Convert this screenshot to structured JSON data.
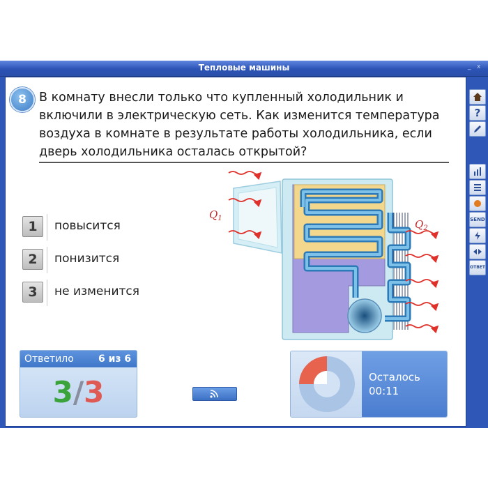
{
  "window": {
    "title": "Тепловые машины",
    "controls": [
      "_",
      "x"
    ]
  },
  "question": {
    "number": "8",
    "text": "В комнату внесли только что купленный холодильник и включили в электрическую сеть. Как изменится температура воздуха в комнате в результате работы холодильника, если дверь холодильника осталась открытой?"
  },
  "figure": {
    "q1": "Q",
    "q1_sub": "1",
    "q2": "Q",
    "q2_sub": "2"
  },
  "answers": [
    {
      "num": "1",
      "text": "повысится"
    },
    {
      "num": "2",
      "text": "понизится"
    },
    {
      "num": "3",
      "text": "не изменится"
    }
  ],
  "score": {
    "label": "Ответило",
    "value": "6 из 6",
    "correct": "3",
    "slash": "/",
    "total": "3"
  },
  "timer": {
    "label": "Осталось",
    "value": "00:11"
  },
  "toolbar": {
    "send_label": "SEND",
    "answer_label": "ОТВЕТ"
  },
  "colors": {
    "title_bar": "#2f57b8",
    "correct": "#3aa33a",
    "total": "#e05a55",
    "heat_arrow": "#e0302a",
    "pipe": "#3d86c6",
    "panel": "#f3d78c",
    "chamber": "#a39ae0"
  }
}
